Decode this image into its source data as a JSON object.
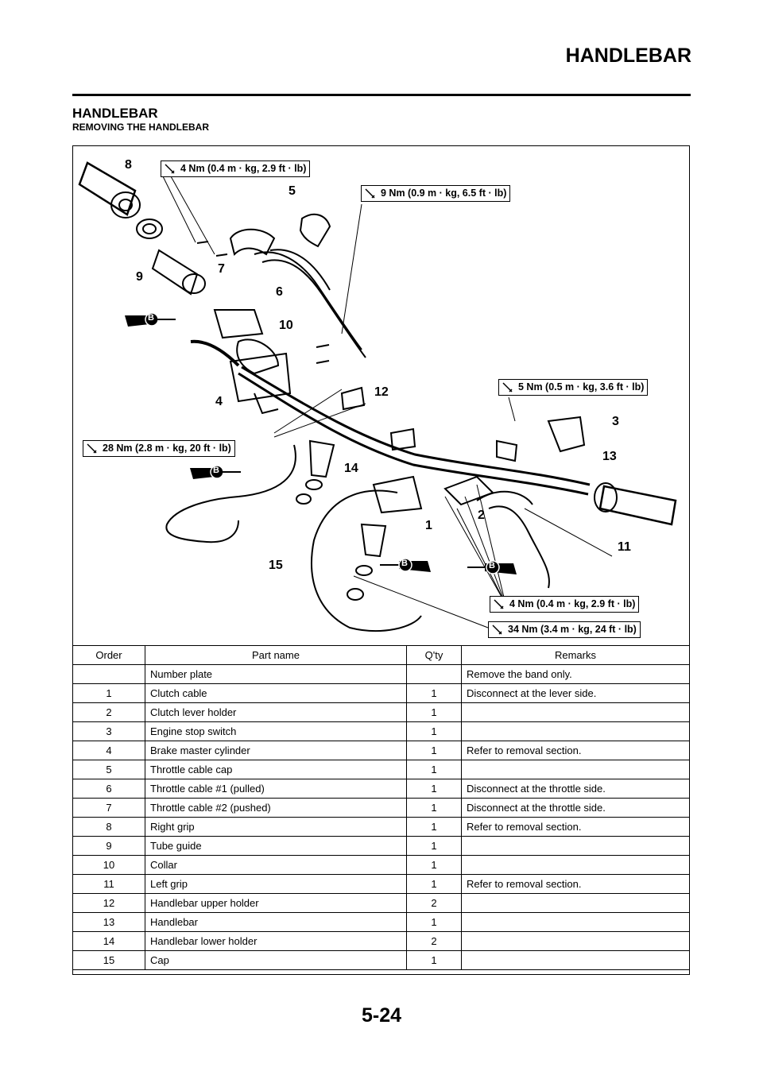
{
  "header": {
    "title": "HANDLEBAR"
  },
  "section": {
    "title": "HANDLEBAR",
    "subtitle": "REMOVING THE HANDLEBAR"
  },
  "torque_labels": [
    "4 Nm (0.4 m · kg, 2.9 ft · lb)",
    "9 Nm (0.9 m · kg, 6.5 ft · lb)",
    "5 Nm (0.5 m · kg, 3.6 ft · lb)",
    "28 Nm (2.8 m · kg, 20 ft · lb)",
    "4 Nm (0.4 m · kg, 2.9 ft · lb)",
    "34 Nm (3.4 m · kg, 24 ft · lb)"
  ],
  "callouts": [
    "8",
    "5",
    "9",
    "7",
    "6",
    "10",
    "4",
    "12",
    "3",
    "13",
    "14",
    "1",
    "2",
    "11",
    "15"
  ],
  "lube_mark": "B",
  "table": {
    "headers": [
      "Order",
      "Part name",
      "Q'ty",
      "Remarks"
    ],
    "rows": [
      [
        "",
        "Number plate",
        "",
        "Remove the band only."
      ],
      [
        "1",
        "Clutch cable",
        "1",
        "Disconnect at the lever side."
      ],
      [
        "2",
        "Clutch lever holder",
        "1",
        ""
      ],
      [
        "3",
        "Engine stop switch",
        "1",
        ""
      ],
      [
        "4",
        "Brake master cylinder",
        "1",
        "Refer to removal section."
      ],
      [
        "5",
        "Throttle cable cap",
        "1",
        ""
      ],
      [
        "6",
        "Throttle cable #1 (pulled)",
        "1",
        "Disconnect at the throttle side."
      ],
      [
        "7",
        "Throttle cable #2 (pushed)",
        "1",
        "Disconnect at the throttle side."
      ],
      [
        "8",
        "Right grip",
        "1",
        "Refer to removal section."
      ],
      [
        "9",
        "Tube guide",
        "1",
        ""
      ],
      [
        "10",
        "Collar",
        "1",
        ""
      ],
      [
        "11",
        "Left grip",
        "1",
        "Refer to removal section."
      ],
      [
        "12",
        "Handlebar upper holder",
        "2",
        ""
      ],
      [
        "13",
        "Handlebar",
        "1",
        ""
      ],
      [
        "14",
        "Handlebar lower holder",
        "2",
        ""
      ],
      [
        "15",
        "Cap",
        "1",
        ""
      ]
    ]
  },
  "page_number": "5-24"
}
